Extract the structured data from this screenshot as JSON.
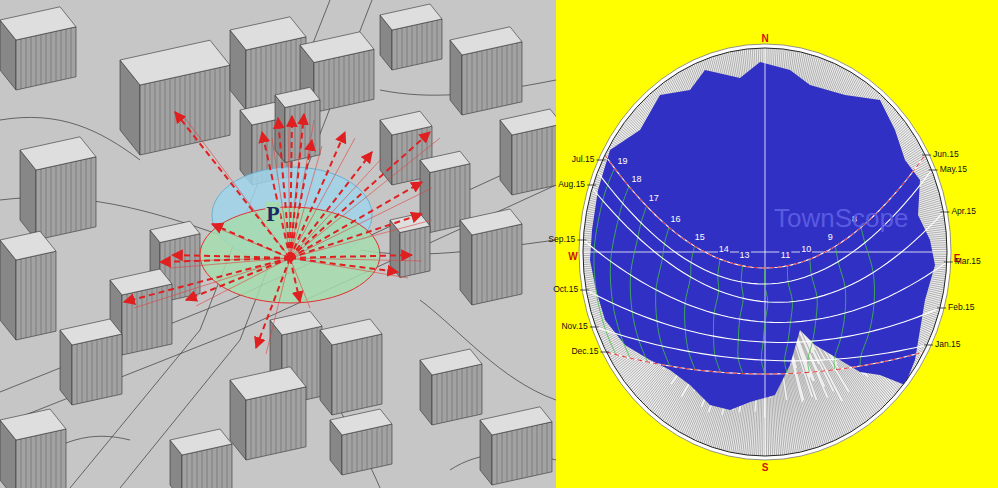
{
  "diagram": {
    "labels": [
      "P",
      "N",
      "S",
      "W",
      "E",
      "Jul.15",
      "Aug.15",
      "Sep.15",
      "Oct.15",
      "Nov.15",
      "Dec.15",
      "Jun.15",
      "May.15",
      "Apr.15",
      "Mar.15",
      "Feb.15",
      "Jan.15",
      "19",
      "18",
      "17",
      "16",
      "15",
      "14",
      "13",
      "11",
      "10",
      "9",
      "8",
      "TownScope"
    ]
  }
}
